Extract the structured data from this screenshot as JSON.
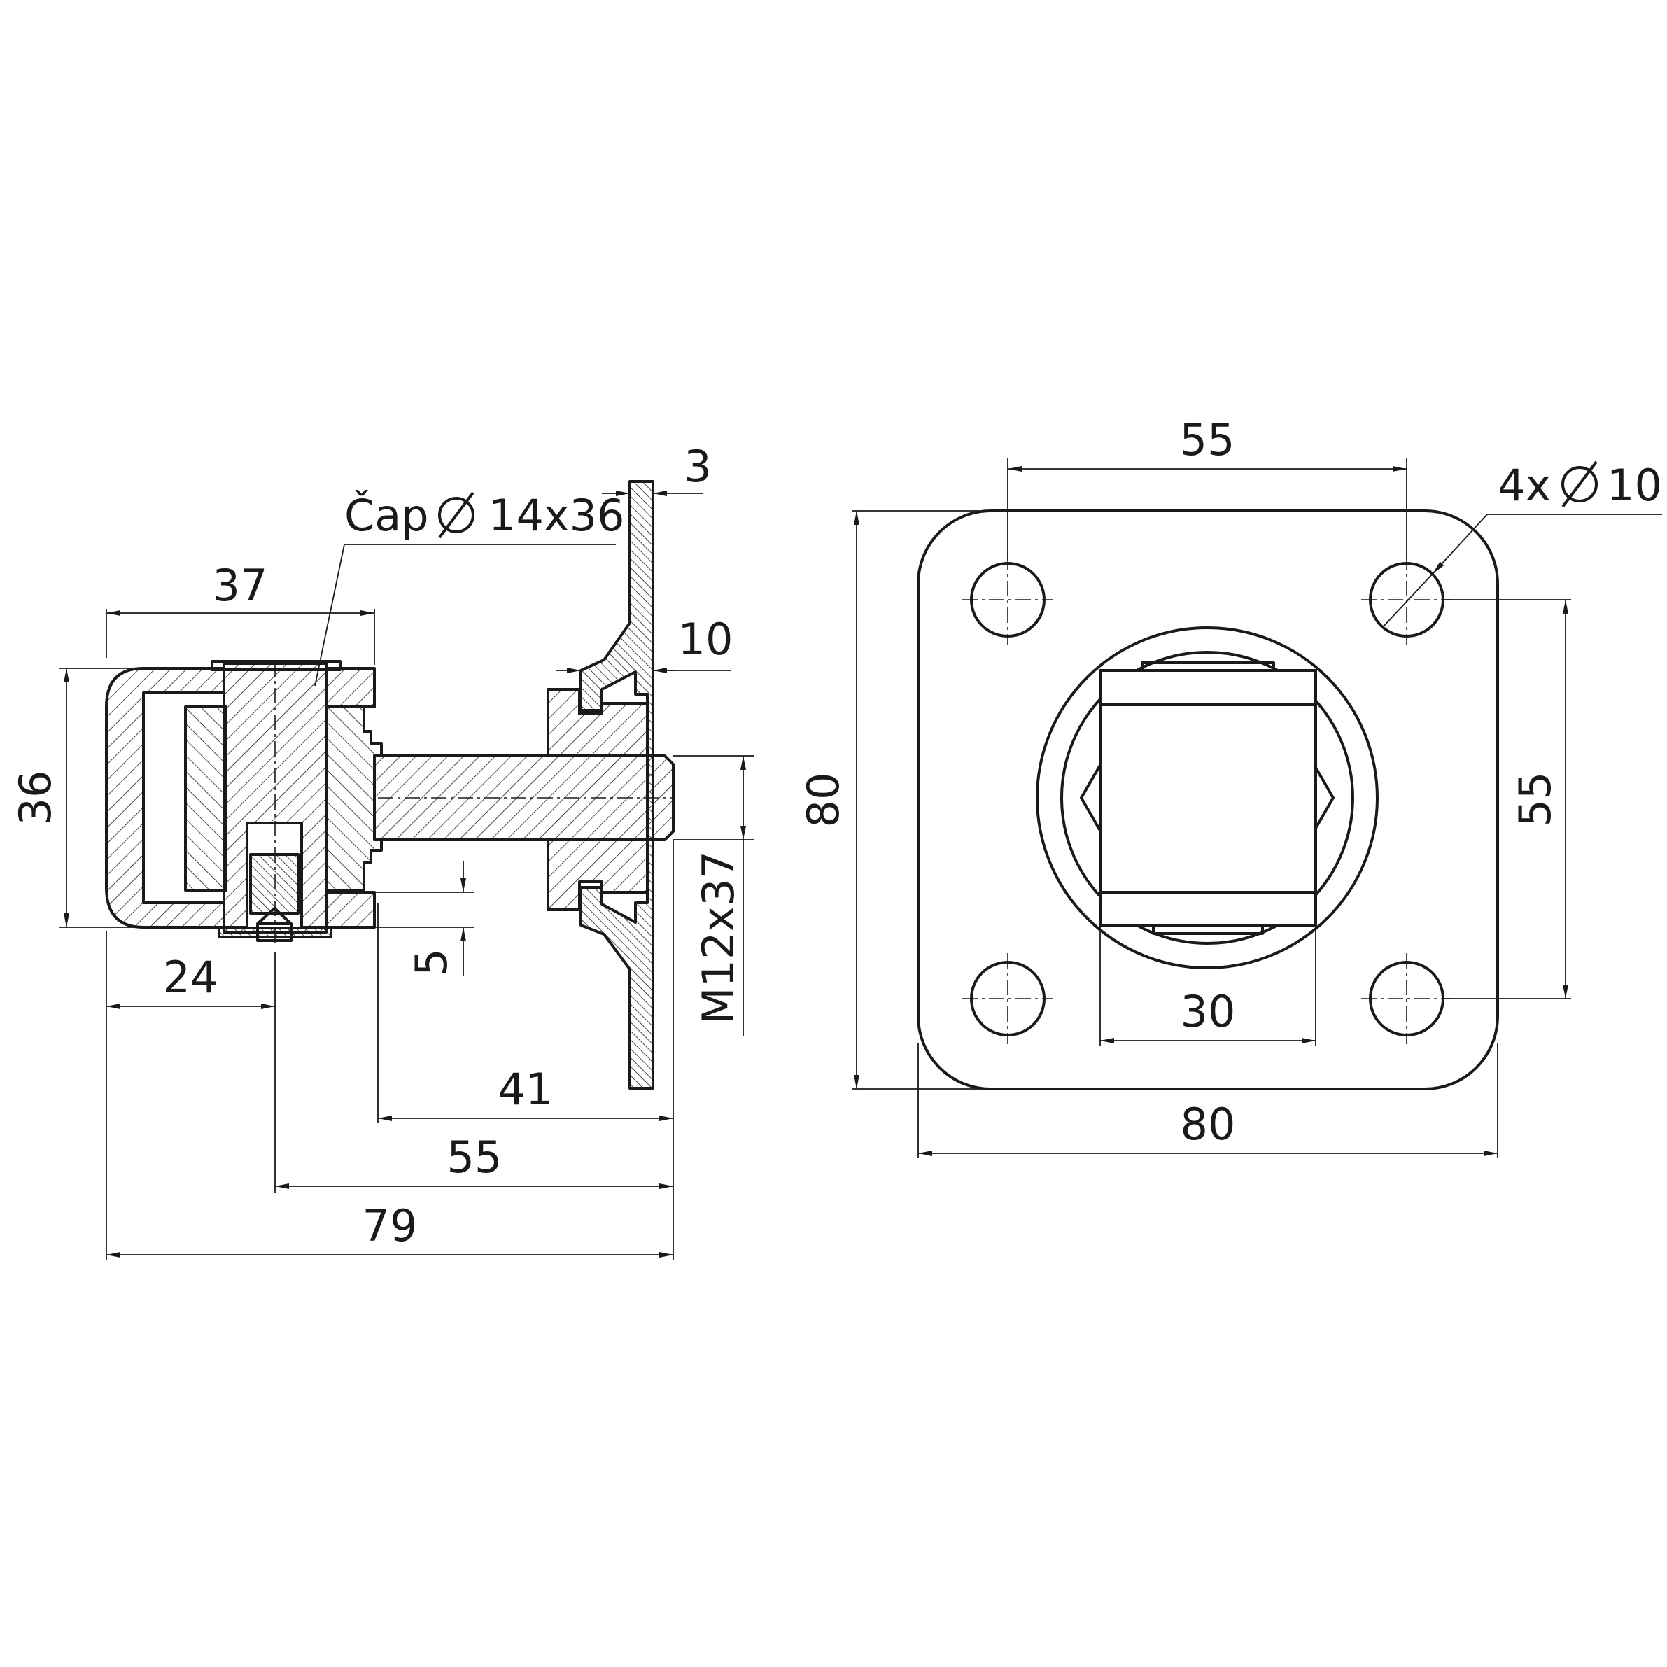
{
  "side_view": {
    "dims": {
      "plate_thickness": "3",
      "pin_label_prefix": "Čap",
      "pin_label_value": "14x36",
      "width_37": "37",
      "height_36": "36",
      "offset_10": "10",
      "thread": "M12x37",
      "gap_5": "5",
      "dist_24": "24",
      "dist_41": "41",
      "dist_55": "55",
      "dist_79": "79"
    }
  },
  "front_view": {
    "dims": {
      "hole_spacing_h": "55",
      "holes_prefix": "4x",
      "holes_value": "10",
      "plate_height": "80",
      "hole_spacing_v": "55",
      "square_width": "30",
      "plate_width": "80"
    }
  },
  "icons": {
    "diameter_symbol": "diameter-icon"
  }
}
